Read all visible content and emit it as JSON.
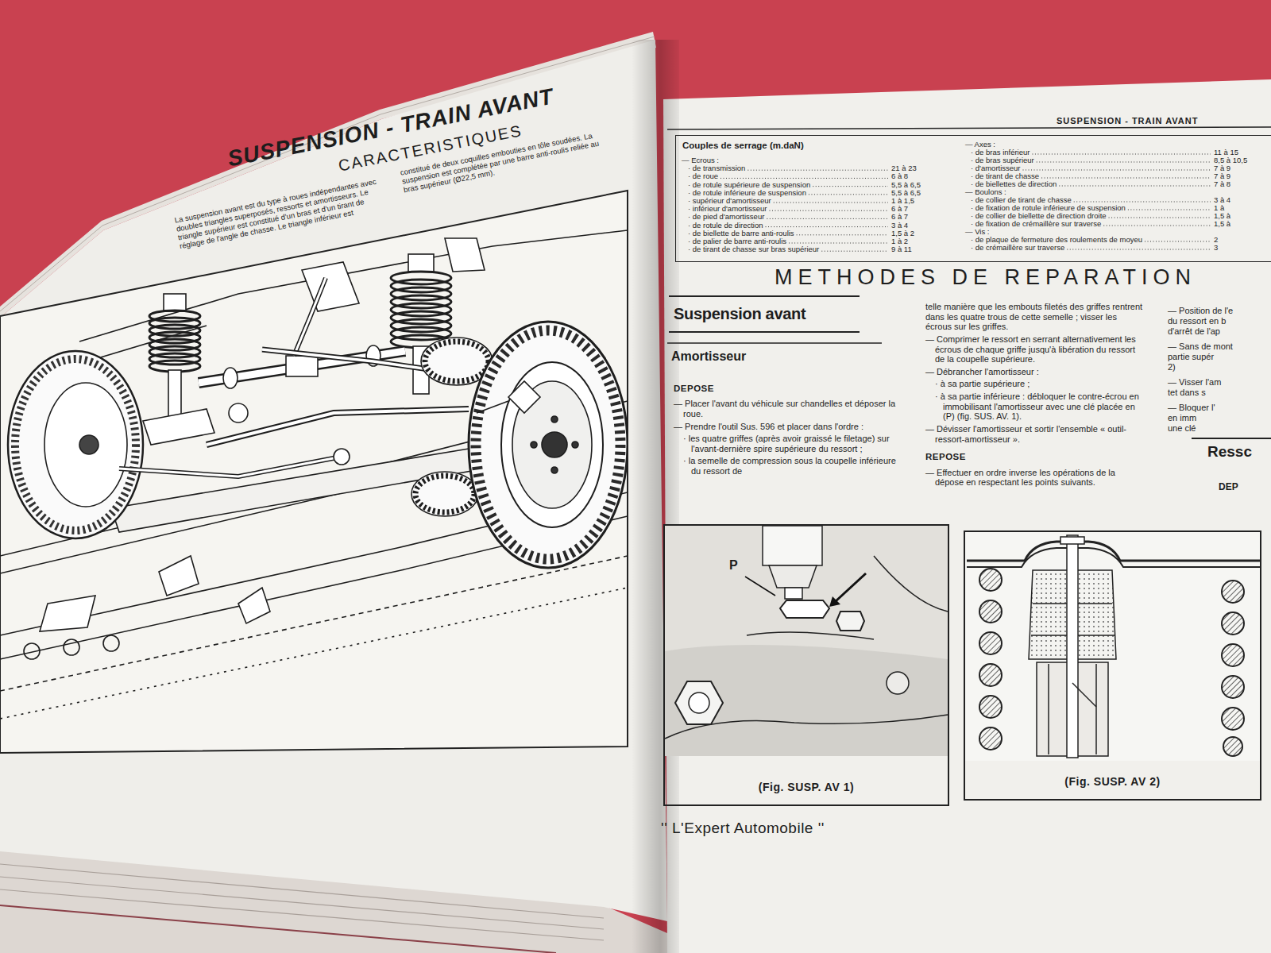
{
  "diagram": {
    "title": "SUSPENSION - TRAIN AVANT",
    "nodes": [
      {
        "text": [
          "Couples de serrage (m.daN)"
        ]
      },
      {
        "text": [
          "Suspension avant"
        ]
      },
      {
        "text": [
          "(Fig. SUSP. AV 1)"
        ]
      },
      {
        "text": [
          "(Fig. SUSP. AV 2)"
        ]
      }
    ],
    "labels": [
      "CARACTERISTIQUES",
      "La suspension avant est du type à roues indépendantes avec doubles triangles superposés, ressorts et amortisseurs. Le triangle supérieur est constitué d'un bras et d'un tirant de réglage de l'angle de chasse. Le triangle inférieur est",
      "constitué de deux coquilles embouties en tôle soudées. La suspension est complétée par une barre anti-roulis reliée au bras supérieur (Ø22,5 mm).",
      "SUSPENSION - TRAIN AVANT",
      "— Ecrous :",
      "· de transmission",
      "21 à 23",
      "· de roue",
      "6 à 8",
      "· de rotule supérieure de suspension",
      "5,5 à 6,5",
      "· de rotule inférieure de suspension",
      "5,5 à 6,5",
      "· supérieur d'amortisseur",
      "1 à 1,5",
      "· inférieur d'amortisseur",
      "6 à 7",
      "· de pied d'amortisseur",
      "6 à 7",
      "· de rotule de direction",
      "3 à 4",
      "· de biellette de barre anti-roulis",
      "1,5 à 2",
      "· de palier de barre anti-roulis",
      "1 à 2",
      "· de tirant de chasse sur bras supérieur",
      "9 à 11",
      "— Axes :",
      "· de bras inférieur",
      "11 à 15",
      "· de bras supérieur",
      "8,5 à 10,5",
      "· d'amortisseur",
      "7 à 9",
      "· de tirant de chasse",
      "7 à 9",
      "· de biellettes de direction",
      "7 à 8",
      "— Boulons :",
      "· de collier de tirant de chasse",
      "3 à 4",
      "· de fixation de rotule inférieure de suspension",
      "1 à",
      "· de collier de biellette de direction droite",
      "1,5 à",
      "· de fixation de crémaillère sur traverse",
      "1,5 à",
      "— Vis :",
      "· de plaque de fermeture des roulements de moyeu",
      "2",
      "· de crémaillère sur traverse",
      "3",
      "METHODES DE REPARATION",
      "Amortisseur",
      "DEPOSE",
      "— Placer l'avant du véhicule sur chandelles et déposer la roue.",
      "— Prendre l'outil Sus. 596 et placer dans l'ordre :",
      "· les quatre griffes (après avoir graissé le filetage) sur l'avant-dernière spire supérieure du ressort ;",
      "· la semelle de compression sous la coupelle inférieure du ressort de",
      "telle manière que les embouts filetés des griffes rentrent dans les quatre trous de cette semelle ; visser les écrous sur les griffes.",
      "— Comprimer le ressort en serrant alternativement les écrous de chaque griffe jusqu'à libération du ressort de la coupelle supérieure.",
      "— Débrancher l'amortisseur :",
      "· à sa partie supérieure ;",
      "· à sa partie inférieure : débloquer le contre-écrou en immobilisant l'amortisseur avec une clé placée en (P) (fig. SUS. AV. 1).",
      "— Dévisser l'amortisseur et sortir l'ensemble « outil-ressort-amortisseur ».",
      "REPOSE",
      "— Effectuer en ordre inverse les opérations de la dépose en respectant les points suivants.",
      "— Position de l'e",
      "du ressort en b",
      "d'arrêt de l'ap",
      "— Sans de mont",
      "partie supér",
      "2)",
      "— Visser l'am",
      "tet dans s",
      "— Bloquer l'",
      "en imm",
      "une clé",
      "Ressc",
      "DEP",
      "P",
      "'' L'Expert Automobile ''"
    ]
  }
}
